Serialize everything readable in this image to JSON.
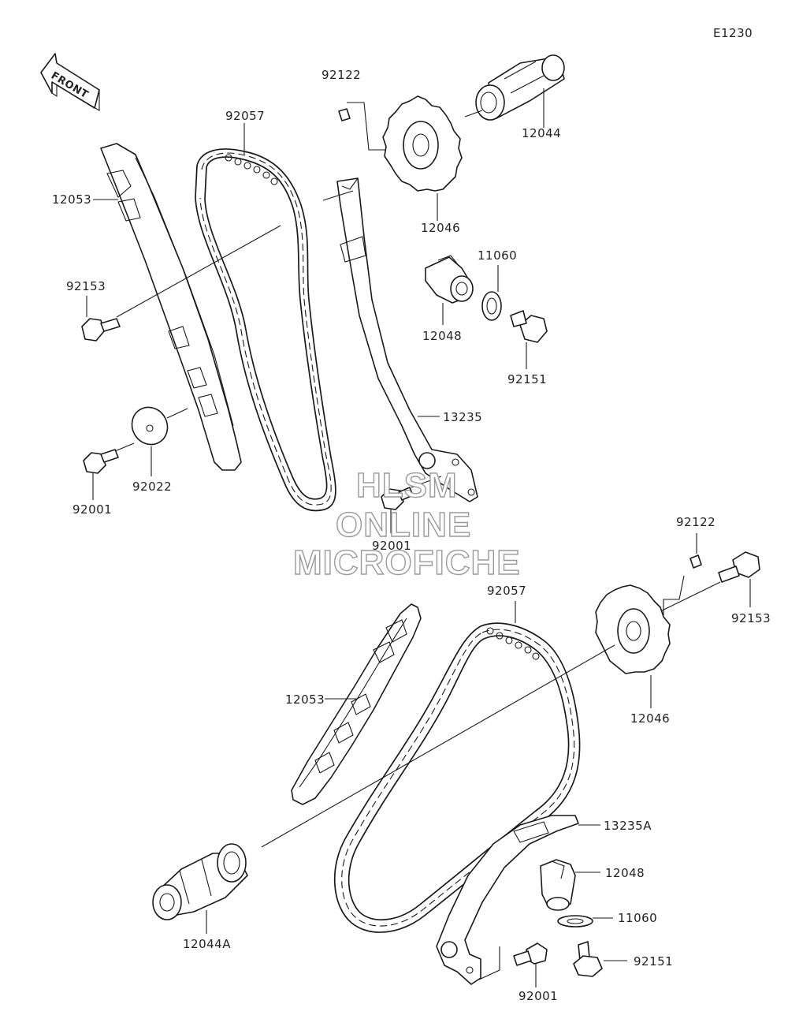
{
  "figure_code": "E1230",
  "front_arrow": {
    "text": "FRONT",
    "icon": "front-direction-arrow-icon"
  },
  "watermark": [
    "HLSM",
    "ONLINE",
    "MICROFICHE"
  ],
  "labels": {
    "l92122_top": "92122",
    "l92057_top": "92057",
    "l12044": "12044",
    "l12046_top": "12046",
    "l12053_top": "12053",
    "l11060_top": "11060",
    "l92153_top": "92153",
    "l12048_top": "12048",
    "l92151_top": "92151",
    "l13235": "13235",
    "l92022": "92022",
    "l92001_left": "92001",
    "l92001_mid": "92001",
    "l92122_bot": "92122",
    "l92057_bot": "92057",
    "l92153_bot": "92153",
    "l12053_bot": "12053",
    "l12046_bot": "12046",
    "l13235A": "13235A",
    "l12048_bot": "12048",
    "l11060_bot": "11060",
    "l92151_bot": "92151",
    "l12044A": "12044A",
    "l92001_bot": "92001"
  }
}
